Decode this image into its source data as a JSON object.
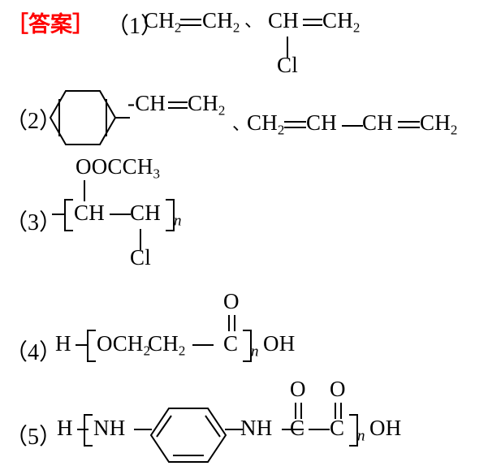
{
  "document": {
    "type": "chemistry-answer-key",
    "language": "zh-CN",
    "answer_tag": "［答案］",
    "answer_tag_color": "#ff0000",
    "ink_color": "#000000",
    "background_color": "#ffffff",
    "separator": "、",
    "repeat_subscript": "n"
  },
  "answers": [
    {
      "number": "（1）",
      "structures": [
        {
          "id": "ethene",
          "formula": "CH2=CH2",
          "atoms": [
            "CH",
            "2",
            "=",
            "CH",
            "2"
          ],
          "left_label": "CH",
          "left_sub": "2",
          "bond": "double",
          "right_label": "CH",
          "right_sub": "2"
        },
        {
          "id": "chloroethene",
          "formula": "CH2=CHCl",
          "left_label": "CH",
          "bond": "double",
          "right_label": "CH",
          "right_sub": "2",
          "branch_down": "Cl"
        }
      ]
    },
    {
      "number": "（2）",
      "structures": [
        {
          "id": "styrene",
          "formula": "C6H5-CH=CH2",
          "ring": "benzene",
          "chain_prefix": "-CH",
          "bond": "double",
          "chain_suffix": "CH",
          "suffix_sub": "2"
        },
        {
          "id": "butadiene",
          "formula": "CH2=CH-CH=CH2",
          "a_label": "CH",
          "a_sub": "2",
          "bond1": "double",
          "b_label": "CH",
          "bond2": "single",
          "c_label": "CH",
          "bond3": "double",
          "d_label": "CH",
          "d_sub": "2"
        }
      ]
    },
    {
      "number": "（3）",
      "structures": [
        {
          "id": "vinyl-acetate-vinyl-chloride-copolymer",
          "bracketed": true,
          "branch_up": "OOCCH",
          "branch_up_sub": "3",
          "unit_left": "CH",
          "unit_bond": "single",
          "unit_right": "CH",
          "branch_down": "Cl",
          "subscript": "n"
        }
      ]
    },
    {
      "number": "（4）",
      "structures": [
        {
          "id": "polyester-ethylene-glycol-unit",
          "end_left": "H",
          "bracketed": true,
          "unit": "OCH2CH2—C",
          "seg1": "OCH",
          "seg1_sub": "2",
          "seg2": "CH",
          "seg2_sub": "2",
          "bond": "single",
          "carbonyl_c": "C",
          "carbonyl_o": "O",
          "carbonyl_bond": "double",
          "subscript": "n",
          "end_right": "OH"
        }
      ]
    },
    {
      "number": "（5）",
      "structures": [
        {
          "id": "polyoxamide-phenylene",
          "end_left": "H",
          "bracketed": true,
          "nh_left": "NH",
          "ring": "benzene",
          "nh_right": "NH",
          "carbonyl1_c": "C",
          "carbonyl1_o": "O",
          "carbonyl2_c": "C",
          "carbonyl2_o": "O",
          "subscript": "n",
          "end_right": "OH"
        }
      ]
    }
  ]
}
